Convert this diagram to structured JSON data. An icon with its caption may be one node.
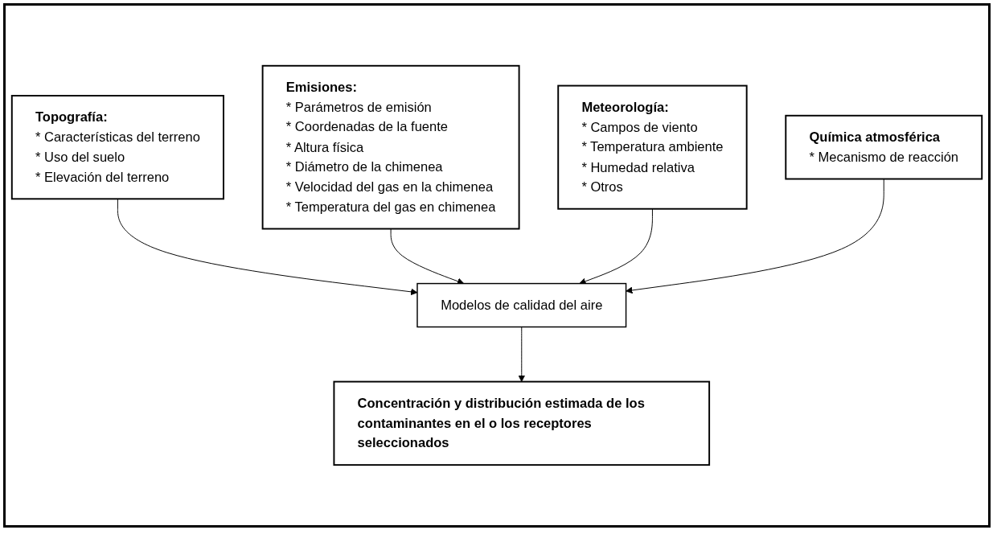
{
  "diagram": {
    "nodes": [
      {
        "text": [
          "Topografía:",
          "* Características del terreno",
          "* Uso del suelo",
          "* Elevación del terreno"
        ]
      },
      {
        "text": [
          "Emisiones:",
          "* Parámetros de emisión",
          "* Coordenadas de la fuente",
          "* Altura física",
          "* Diámetro de la chimenea",
          "* Velocidad del gas en la chimenea",
          "* Temperatura del gas en chimenea"
        ]
      },
      {
        "text": [
          "Meteorología:",
          "* Campos de viento",
          "* Temperatura ambiente",
          "* Humedad relativa",
          "* Otros"
        ]
      },
      {
        "text": [
          "Modelos de calidad del aire"
        ]
      },
      {
        "text": [
          "Química atmosférica",
          "* Mecanismo de reacción"
        ]
      },
      {
        "text": [
          "Concentración y distribución estimada de los contaminantes en el o los receptores seleccionados"
        ]
      }
    ],
    "edges": [
      {
        "from": 0,
        "to": 3,
        "arrow": "to"
      },
      {
        "from": 1,
        "to": 3,
        "arrow": "to"
      },
      {
        "from": 2,
        "to": 3,
        "arrow": "to"
      },
      {
        "from": 4,
        "to": 3,
        "arrow": "to"
      },
      {
        "from": 3,
        "to": 5,
        "arrow": "to"
      }
    ]
  }
}
